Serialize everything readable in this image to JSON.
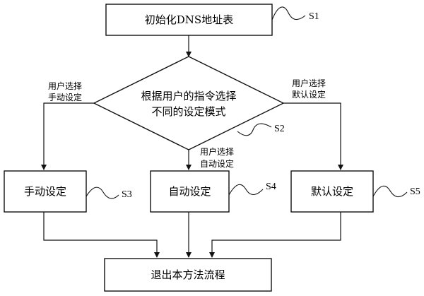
{
  "nodes": {
    "init": "初始化DNS地址表",
    "decision_line1": "根据用户的指令选择",
    "decision_line2": "不同的设定模式",
    "manual": "手动设定",
    "auto": "自动设定",
    "default": "默认设定",
    "exit": "退出本方法流程"
  },
  "branch_labels": {
    "manual_line1": "用户选择",
    "manual_line2": "手动设定",
    "auto_line1": "用户选择",
    "auto_line2": "自动设定",
    "default_line1": "用户选择",
    "default_line2": "默认设定"
  },
  "steps": {
    "s1": "S1",
    "s2": "S2",
    "s3": "S3",
    "s4": "S4",
    "s5": "S5"
  }
}
